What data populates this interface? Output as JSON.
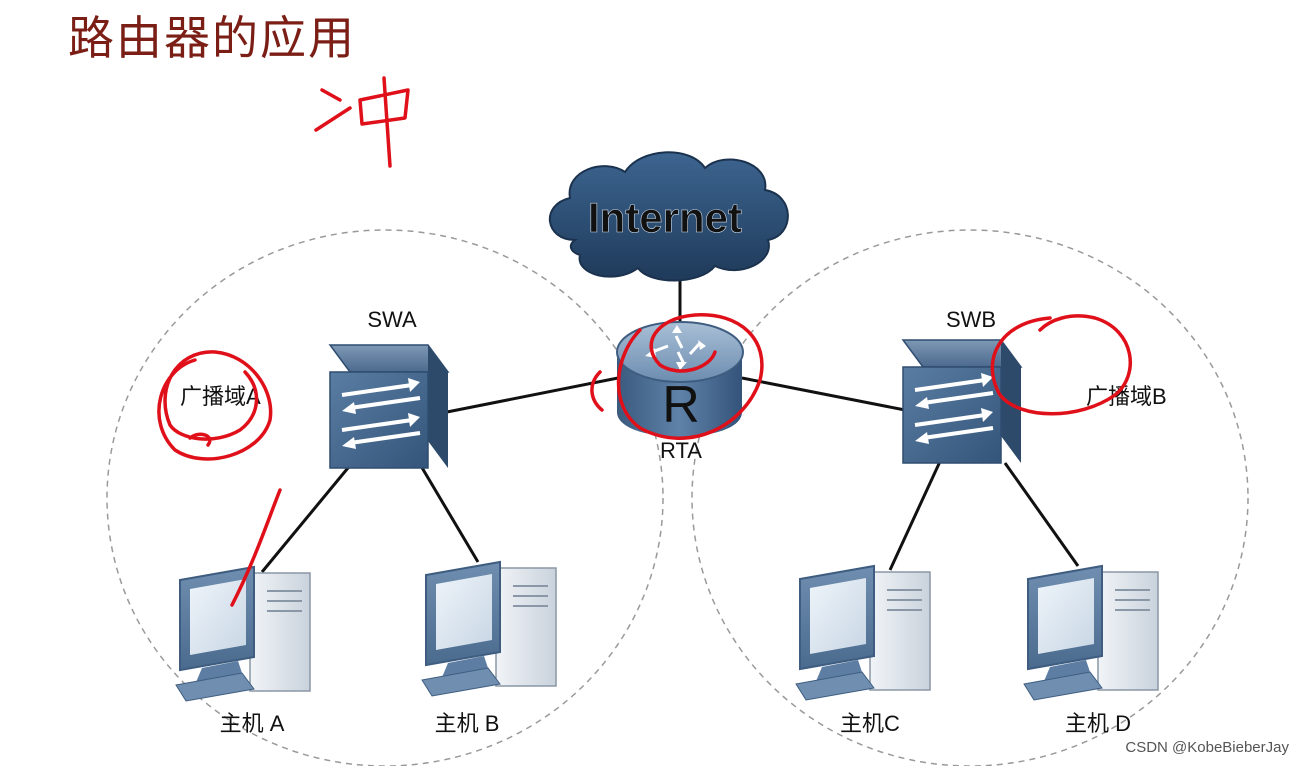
{
  "title": "路由器的应用",
  "cloud_label": "Internet",
  "router": {
    "name": "RTA",
    "glyph": "R"
  },
  "switches": [
    {
      "name": "SWA"
    },
    {
      "name": "SWB"
    }
  ],
  "domains": [
    {
      "label": "广播域A"
    },
    {
      "label": "广播域B"
    }
  ],
  "hosts": [
    {
      "label": "主机 A"
    },
    {
      "label": "主机 B"
    },
    {
      "label": "主机C"
    },
    {
      "label": "主机 D"
    }
  ],
  "annotation_handwritten": "冲",
  "watermark": "CSDN @KobeBieberJay",
  "colors": {
    "title": "#7b1e16",
    "cloud": "#2a4a6e",
    "device": "#3f5f82",
    "annotation": "#e0101a"
  }
}
